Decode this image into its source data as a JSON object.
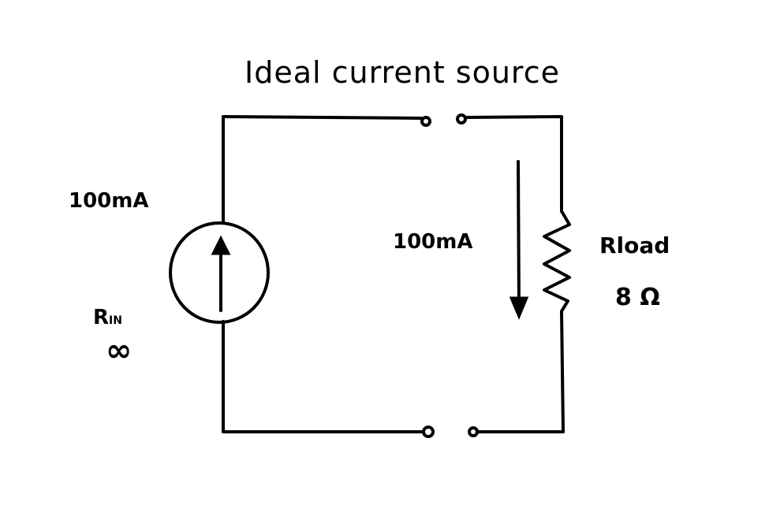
{
  "title": "Ideal current source",
  "source": {
    "current": "100mA",
    "resistance_label": "R",
    "resistance_subscript": "IN",
    "resistance_value": "∞"
  },
  "load": {
    "current": "100mA",
    "name": "Rload",
    "value": "8 Ω"
  }
}
